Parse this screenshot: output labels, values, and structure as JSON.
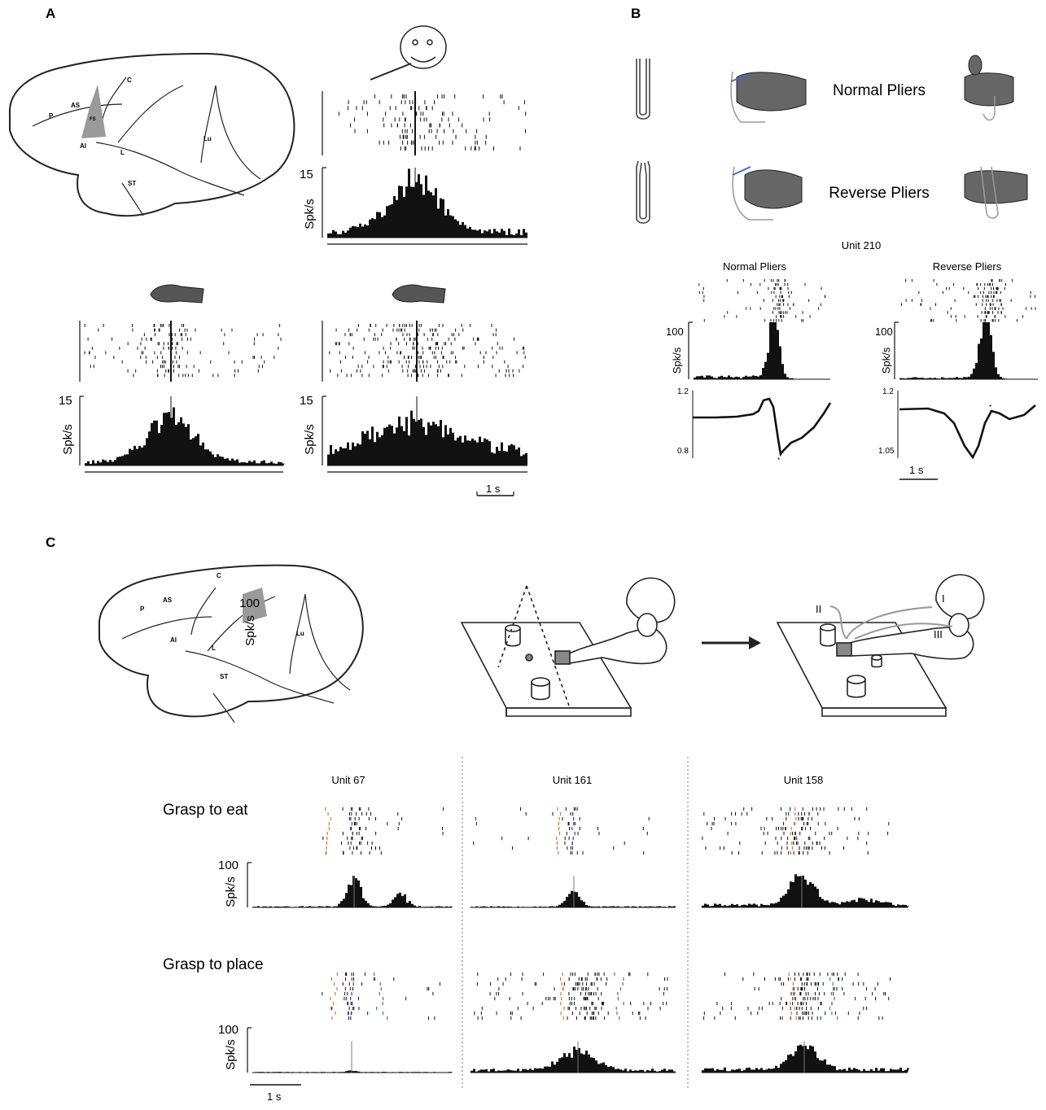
{
  "panels": {
    "A": {
      "letter": "A",
      "brain_labels": {
        "P": "P",
        "AS": "AS",
        "C": "C",
        "FS": "FS",
        "AI": "AI",
        "L": "L",
        "Lu": "Lu",
        "ST": "ST"
      },
      "top": {
        "ymax": "15",
        "ylabel": "Spk/s"
      },
      "bottom_left": {
        "ymax": "15",
        "ylabel": "Spk/s"
      },
      "bottom_right": {
        "ymax": "15",
        "ylabel": "Spk/s"
      },
      "scalebar": "1 s"
    },
    "B": {
      "letter": "B",
      "normal_label": "Normal Pliers",
      "reverse_label": "Reverse Pliers",
      "unit": "Unit 210",
      "normal": {
        "title": "Normal Pliers",
        "ymax": "100",
        "ylabel": "Spk/s",
        "y_top": "1.2",
        "y_bottom": "0.8"
      },
      "reverse": {
        "title": "Reverse Pliers",
        "ymax": "100",
        "ylabel": "Spk/s",
        "y_top": "1.2",
        "y_bottom": "1.05"
      },
      "scalebar": "1 s"
    },
    "C": {
      "letter": "C",
      "brain_labels": {
        "P": "P",
        "AS": "AS",
        "C": "C",
        "AI": "AI",
        "L": "L",
        "Lu": "Lu",
        "ST": "ST",
        "region_num": "100",
        "region_ylabel": "Spk/s"
      },
      "arrow_labels": {
        "I": "I",
        "II": "II",
        "III": "III"
      },
      "units": [
        "Unit 67",
        "Unit 161",
        "Unit 158"
      ],
      "rows": [
        {
          "label": "Grasp to eat",
          "ymax": "100",
          "ylabel": "Spk/s"
        },
        {
          "label": "Grasp to place",
          "ymax": "100",
          "ylabel": "Spk/s"
        }
      ],
      "scalebar": "1 s"
    }
  },
  "colors": {
    "ink": "#111111",
    "gray_area": "#9a9a9a",
    "orange": "#d8743a",
    "green": "#3b8a5a",
    "blue": "#3a3aa8"
  }
}
